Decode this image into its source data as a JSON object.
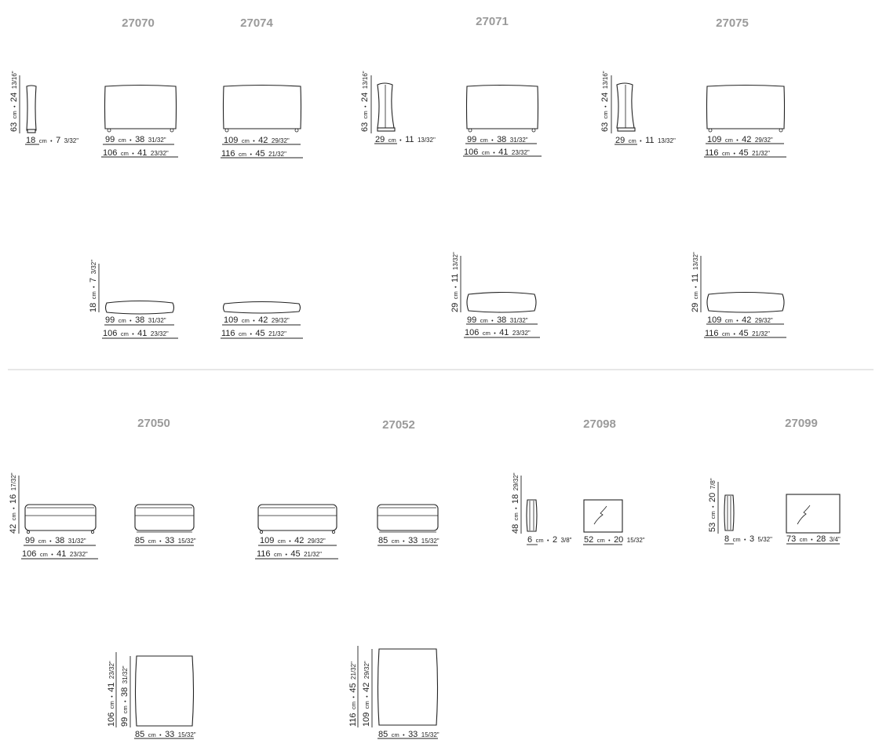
{
  "product_codes": {
    "c27070": "27070",
    "c27074": "27074",
    "c27071": "27071",
    "c27075": "27075",
    "c27050": "27050",
    "c27052": "27052",
    "c27098": "27098",
    "c27099": "27099"
  },
  "dimensions": {
    "d63_24": {
      "cm": "63",
      "unit": "cm",
      "sep": "•",
      "in": "24",
      "frac": "13/16",
      "mark": "\""
    },
    "d18_7": {
      "cm": "18",
      "unit": "cm",
      "sep": "•",
      "in": "7",
      "frac": "3/32",
      "mark": "\""
    },
    "d99_38": {
      "cm": "99",
      "unit": "cm",
      "sep": "•",
      "in": "38",
      "frac": "31/32",
      "mark": "\""
    },
    "d106_41": {
      "cm": "106",
      "unit": "cm",
      "sep": "•",
      "in": "41",
      "frac": "23/32",
      "mark": "\""
    },
    "d109_42": {
      "cm": "109",
      "unit": "cm",
      "sep": "•",
      "in": "42",
      "frac": "29/32",
      "mark": "\""
    },
    "d116_45": {
      "cm": "116",
      "unit": "cm",
      "sep": "•",
      "in": "45",
      "frac": "21/32",
      "mark": "\""
    },
    "d29_11": {
      "cm": "29",
      "unit": "cm",
      "sep": "•",
      "in": "11",
      "frac": "13/32",
      "mark": "\""
    },
    "d42_16": {
      "cm": "42",
      "unit": "cm",
      "sep": "•",
      "in": "16",
      "frac": "17/32",
      "mark": "\""
    },
    "d85_33": {
      "cm": "85",
      "unit": "cm",
      "sep": "•",
      "in": "33",
      "frac": "15/32",
      "mark": "\""
    },
    "d48_18": {
      "cm": "48",
      "unit": "cm",
      "sep": "•",
      "in": "18",
      "frac": "29/32",
      "mark": "\""
    },
    "d6_2": {
      "cm": "6",
      "unit": "cm",
      "sep": "•",
      "in": "2",
      "frac": "3/8",
      "mark": "\""
    },
    "d52_20": {
      "cm": "52",
      "unit": "cm",
      "sep": "•",
      "in": "20",
      "frac": "15/32",
      "mark": "\""
    },
    "d53_20": {
      "cm": "53",
      "unit": "cm",
      "sep": "•",
      "in": "20",
      "frac": "7/8",
      "mark": "\""
    },
    "d8_3": {
      "cm": "8",
      "unit": "cm",
      "sep": "•",
      "in": "3",
      "frac": "5/32",
      "mark": "\""
    },
    "d73_28": {
      "cm": "73",
      "unit": "cm",
      "sep": "•",
      "in": "28",
      "frac": "3/4",
      "mark": "\""
    }
  }
}
